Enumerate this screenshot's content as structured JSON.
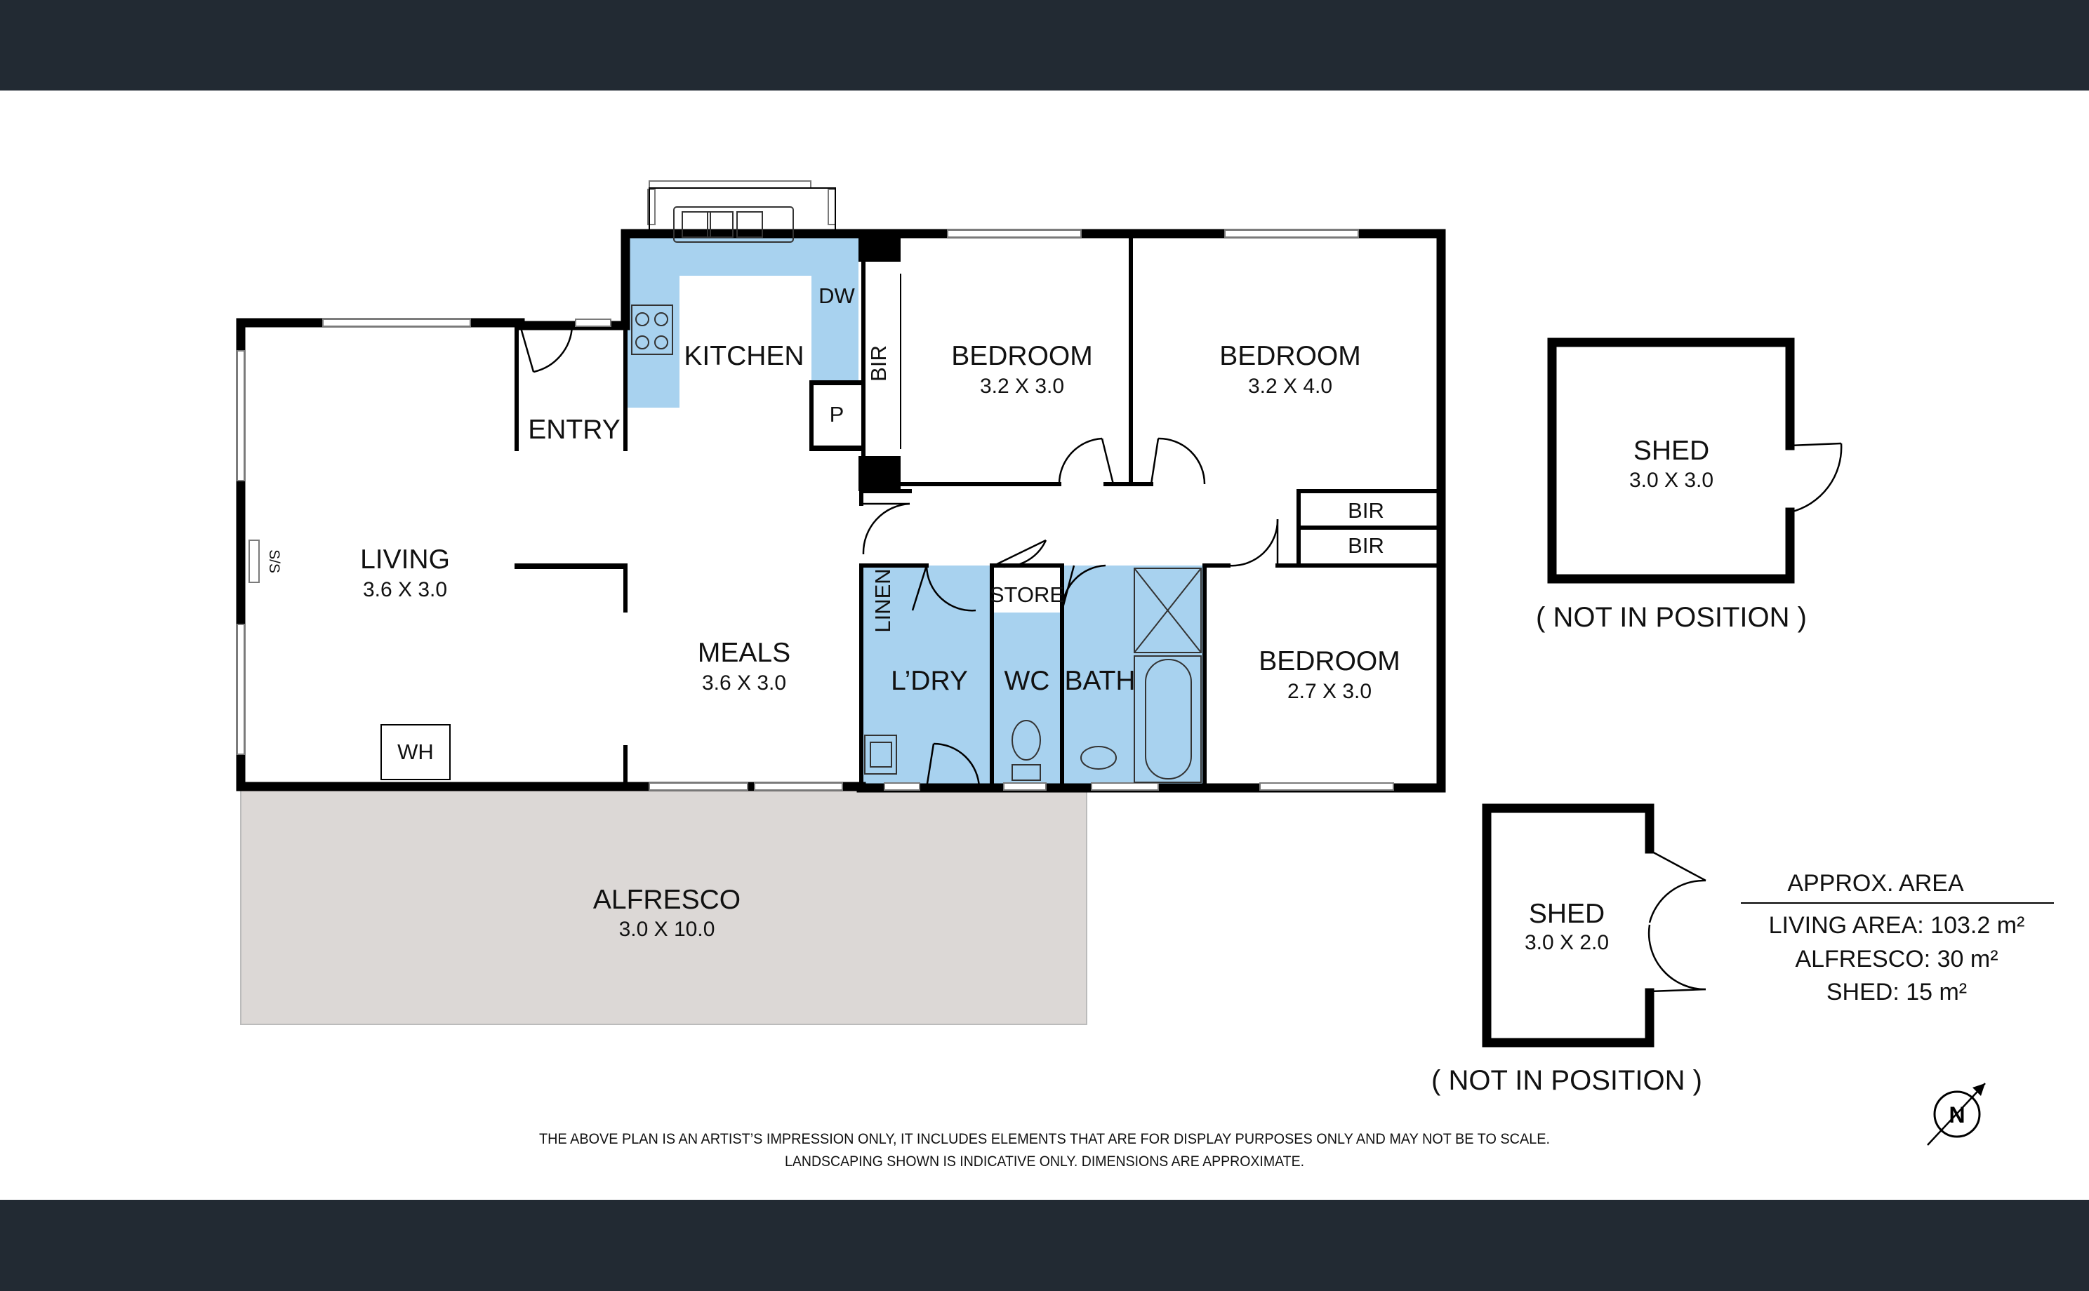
{
  "rooms": {
    "living": {
      "name": "LIVING",
      "dims": "3.6 X 3.0"
    },
    "meals": {
      "name": "MEALS",
      "dims": "3.6 X 3.0"
    },
    "kitchen": {
      "name": "KITCHEN"
    },
    "entry": {
      "name": "ENTRY"
    },
    "bedroom1": {
      "name": "BEDROOM",
      "dims": "3.2 X 3.0"
    },
    "bedroom2": {
      "name": "BEDROOM",
      "dims": "3.2 X 4.0"
    },
    "bedroom3": {
      "name": "BEDROOM",
      "dims": "2.7 X 3.0"
    },
    "laundry": {
      "name": "L’DRY"
    },
    "wc": {
      "name": "WC"
    },
    "bath": {
      "name": "BATH"
    },
    "alfresco": {
      "name": "ALFRESCO",
      "dims": "3.0 X 10.0"
    },
    "shed1": {
      "name": "SHED",
      "dims": "3.0 X 3.0"
    },
    "shed2": {
      "name": "SHED",
      "dims": "3.0 X 2.0"
    }
  },
  "labels": {
    "dw": "DW",
    "bir_vertical": "BIR",
    "pantry": "P",
    "linen": "LINEN",
    "store": "STORE",
    "bir_upper": "BIR",
    "bir_lower": "BIR",
    "ss": "S/S",
    "wh": "WH"
  },
  "notes": {
    "not_in_position_1": "( NOT IN POSITION )",
    "not_in_position_2": "( NOT IN POSITION )"
  },
  "approx_area": {
    "heading": "APPROX. AREA",
    "living_area": "LIVING AREA: 103.2 m²",
    "alfresco": "ALFRESCO: 30 m²",
    "shed": "SHED: 15 m²"
  },
  "compass": {
    "letter": "N"
  },
  "disclaimer": {
    "line1": "THE ABOVE PLAN IS AN ARTIST’S IMPRESSION ONLY, IT INCLUDES ELEMENTS THAT ARE FOR DISPLAY PURPOSES ONLY AND MAY NOT BE TO SCALE.",
    "line2": "LANDSCAPING SHOWN IS INDICATIVE ONLY. DIMENSIONS ARE APPROXIMATE."
  },
  "colors": {
    "header_band": "#222a33",
    "wet_area": "#a8d2ef",
    "alfresco": "#dcd8d6",
    "wall": "#000000"
  }
}
